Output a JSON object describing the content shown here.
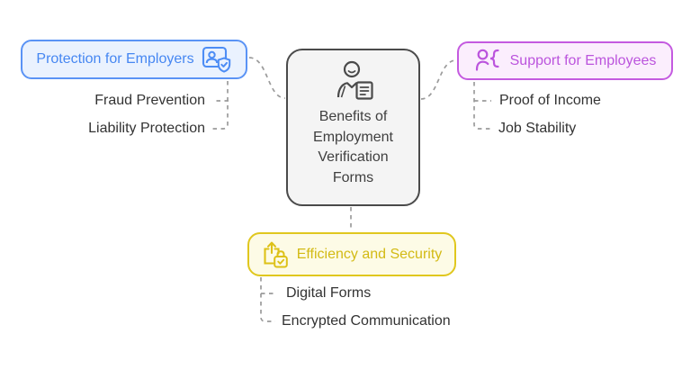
{
  "diagram_title": "Benefits of Employment Verification Forms",
  "center_node": {
    "label": "Benefits of Employment Verification Forms",
    "icon": "person-document-icon",
    "border_color": "#4a4a4a",
    "fill_color": "#f4f4f4",
    "text_color": "#3f3f3f"
  },
  "branches": {
    "employers": {
      "label": "Protection for Employers",
      "icon": "verified-account-icon",
      "border_color": "#5a93f5",
      "fill_color": "#eaf2fe",
      "text_color": "#4687f2",
      "children": [
        "Fraud Prevention",
        "Liability Protection"
      ]
    },
    "employees": {
      "label": "Support for Employees",
      "icon": "employee-support-icon",
      "border_color": "#c45ae0",
      "fill_color": "#fbeefd",
      "text_color": "#bb54dd",
      "children": [
        "Proof of Income",
        "Job Stability"
      ]
    },
    "efficiency": {
      "label": "Efficiency and Security",
      "icon": "secure-upload-icon",
      "border_color": "#e0c71e",
      "fill_color": "#fdfbe6",
      "text_color": "#d3ba14",
      "children": [
        "Digital Forms",
        "Encrypted Communication"
      ]
    }
  },
  "connector_color": "#9b9b9b"
}
